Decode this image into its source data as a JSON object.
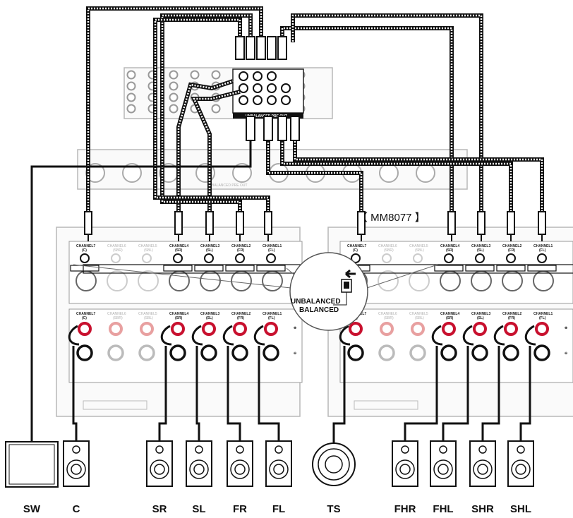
{
  "model_label": "【 MM8077 】",
  "switch_label": {
    "line1": "UNBALANCED",
    "line2": "BALANCED"
  },
  "panel_labels": {
    "ch7": [
      "CHANNEL7",
      "(C)"
    ],
    "ch6": [
      "CHANNEL6",
      "(SBR)"
    ],
    "ch5": [
      "CHANNEL5",
      "(SBL)"
    ],
    "ch4": [
      "CHANNEL4",
      "(SR)"
    ],
    "ch3": [
      "CHANNEL3",
      "(SL)"
    ],
    "ch2": [
      "CHANNEL2",
      "(FR)"
    ],
    "ch1": [
      "CHANNEL1",
      "(FL)"
    ],
    "unbal_bal": "UNBALANCED BALANCED",
    "preout": "UNBALANCED PRE OUT",
    "balanced_preout": "BALANCED PRE OUT"
  },
  "speakers": [
    {
      "id": "SW",
      "label": "SW",
      "kind": "subwoofer"
    },
    {
      "id": "C",
      "label": "C",
      "kind": "bookshelf"
    },
    {
      "id": "SR",
      "label": "SR",
      "kind": "bookshelf"
    },
    {
      "id": "SL",
      "label": "SL",
      "kind": "bookshelf"
    },
    {
      "id": "FR",
      "label": "FR",
      "kind": "bookshelf"
    },
    {
      "id": "FL",
      "label": "FL",
      "kind": "bookshelf"
    },
    {
      "id": "TS",
      "label": "TS",
      "kind": "ceiling"
    },
    {
      "id": "FHR",
      "label": "FHR",
      "kind": "bookshelf"
    },
    {
      "id": "FHL",
      "label": "FHL",
      "kind": "bookshelf"
    },
    {
      "id": "SHR",
      "label": "SHR",
      "kind": "bookshelf"
    },
    {
      "id": "SHL",
      "label": "SHL",
      "kind": "bookshelf"
    }
  ],
  "icons": {
    "rca_plug": "rca-plug-icon",
    "rca_jack": "rca-jack-icon",
    "xlr_jack": "xlr-jack-icon",
    "binding_post": "binding-post-icon",
    "slide_switch": "slide-switch-icon",
    "arrow": "arrow-left-icon"
  },
  "colors": {
    "cable": "#111111",
    "panel_outline": "#b8b8b8",
    "active_terminal": "#c8102e",
    "inactive_terminal": "#e8a0a0"
  }
}
